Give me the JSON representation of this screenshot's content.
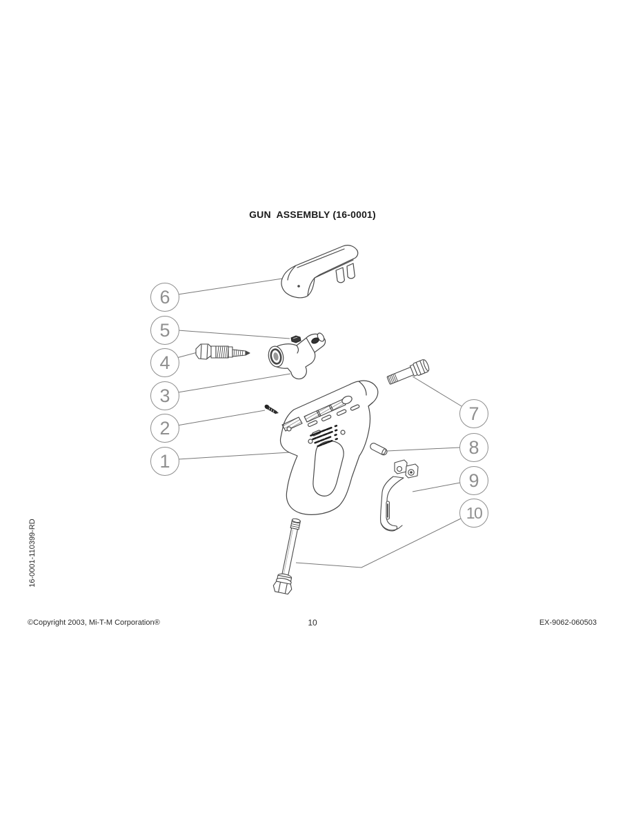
{
  "page": {
    "title": "GUN  ASSEMBLY (16-0001)",
    "side_label": "16-0001-110399-RD",
    "footer": {
      "copyright": "©Copyright 2003, Mi-T-M Corporation®",
      "page_number": "10",
      "document_code": "EX-9062-060503"
    }
  },
  "diagram": {
    "type": "exploded-parts-diagram",
    "assembly_name": "Gun Assembly",
    "assembly_part_number": "16-0001",
    "callouts": [
      {
        "number": "1"
      },
      {
        "number": "2"
      },
      {
        "number": "3"
      },
      {
        "number": "4"
      },
      {
        "number": "5"
      },
      {
        "number": "6"
      },
      {
        "number": "7"
      },
      {
        "number": "8"
      },
      {
        "number": "9"
      },
      {
        "number": "10"
      }
    ]
  },
  "colors": {
    "page_background": "#ffffff",
    "line_art": "#474747",
    "leader_line": "#767676",
    "callout_gray": "#8f8f8f",
    "text": "#1a1a1a"
  }
}
